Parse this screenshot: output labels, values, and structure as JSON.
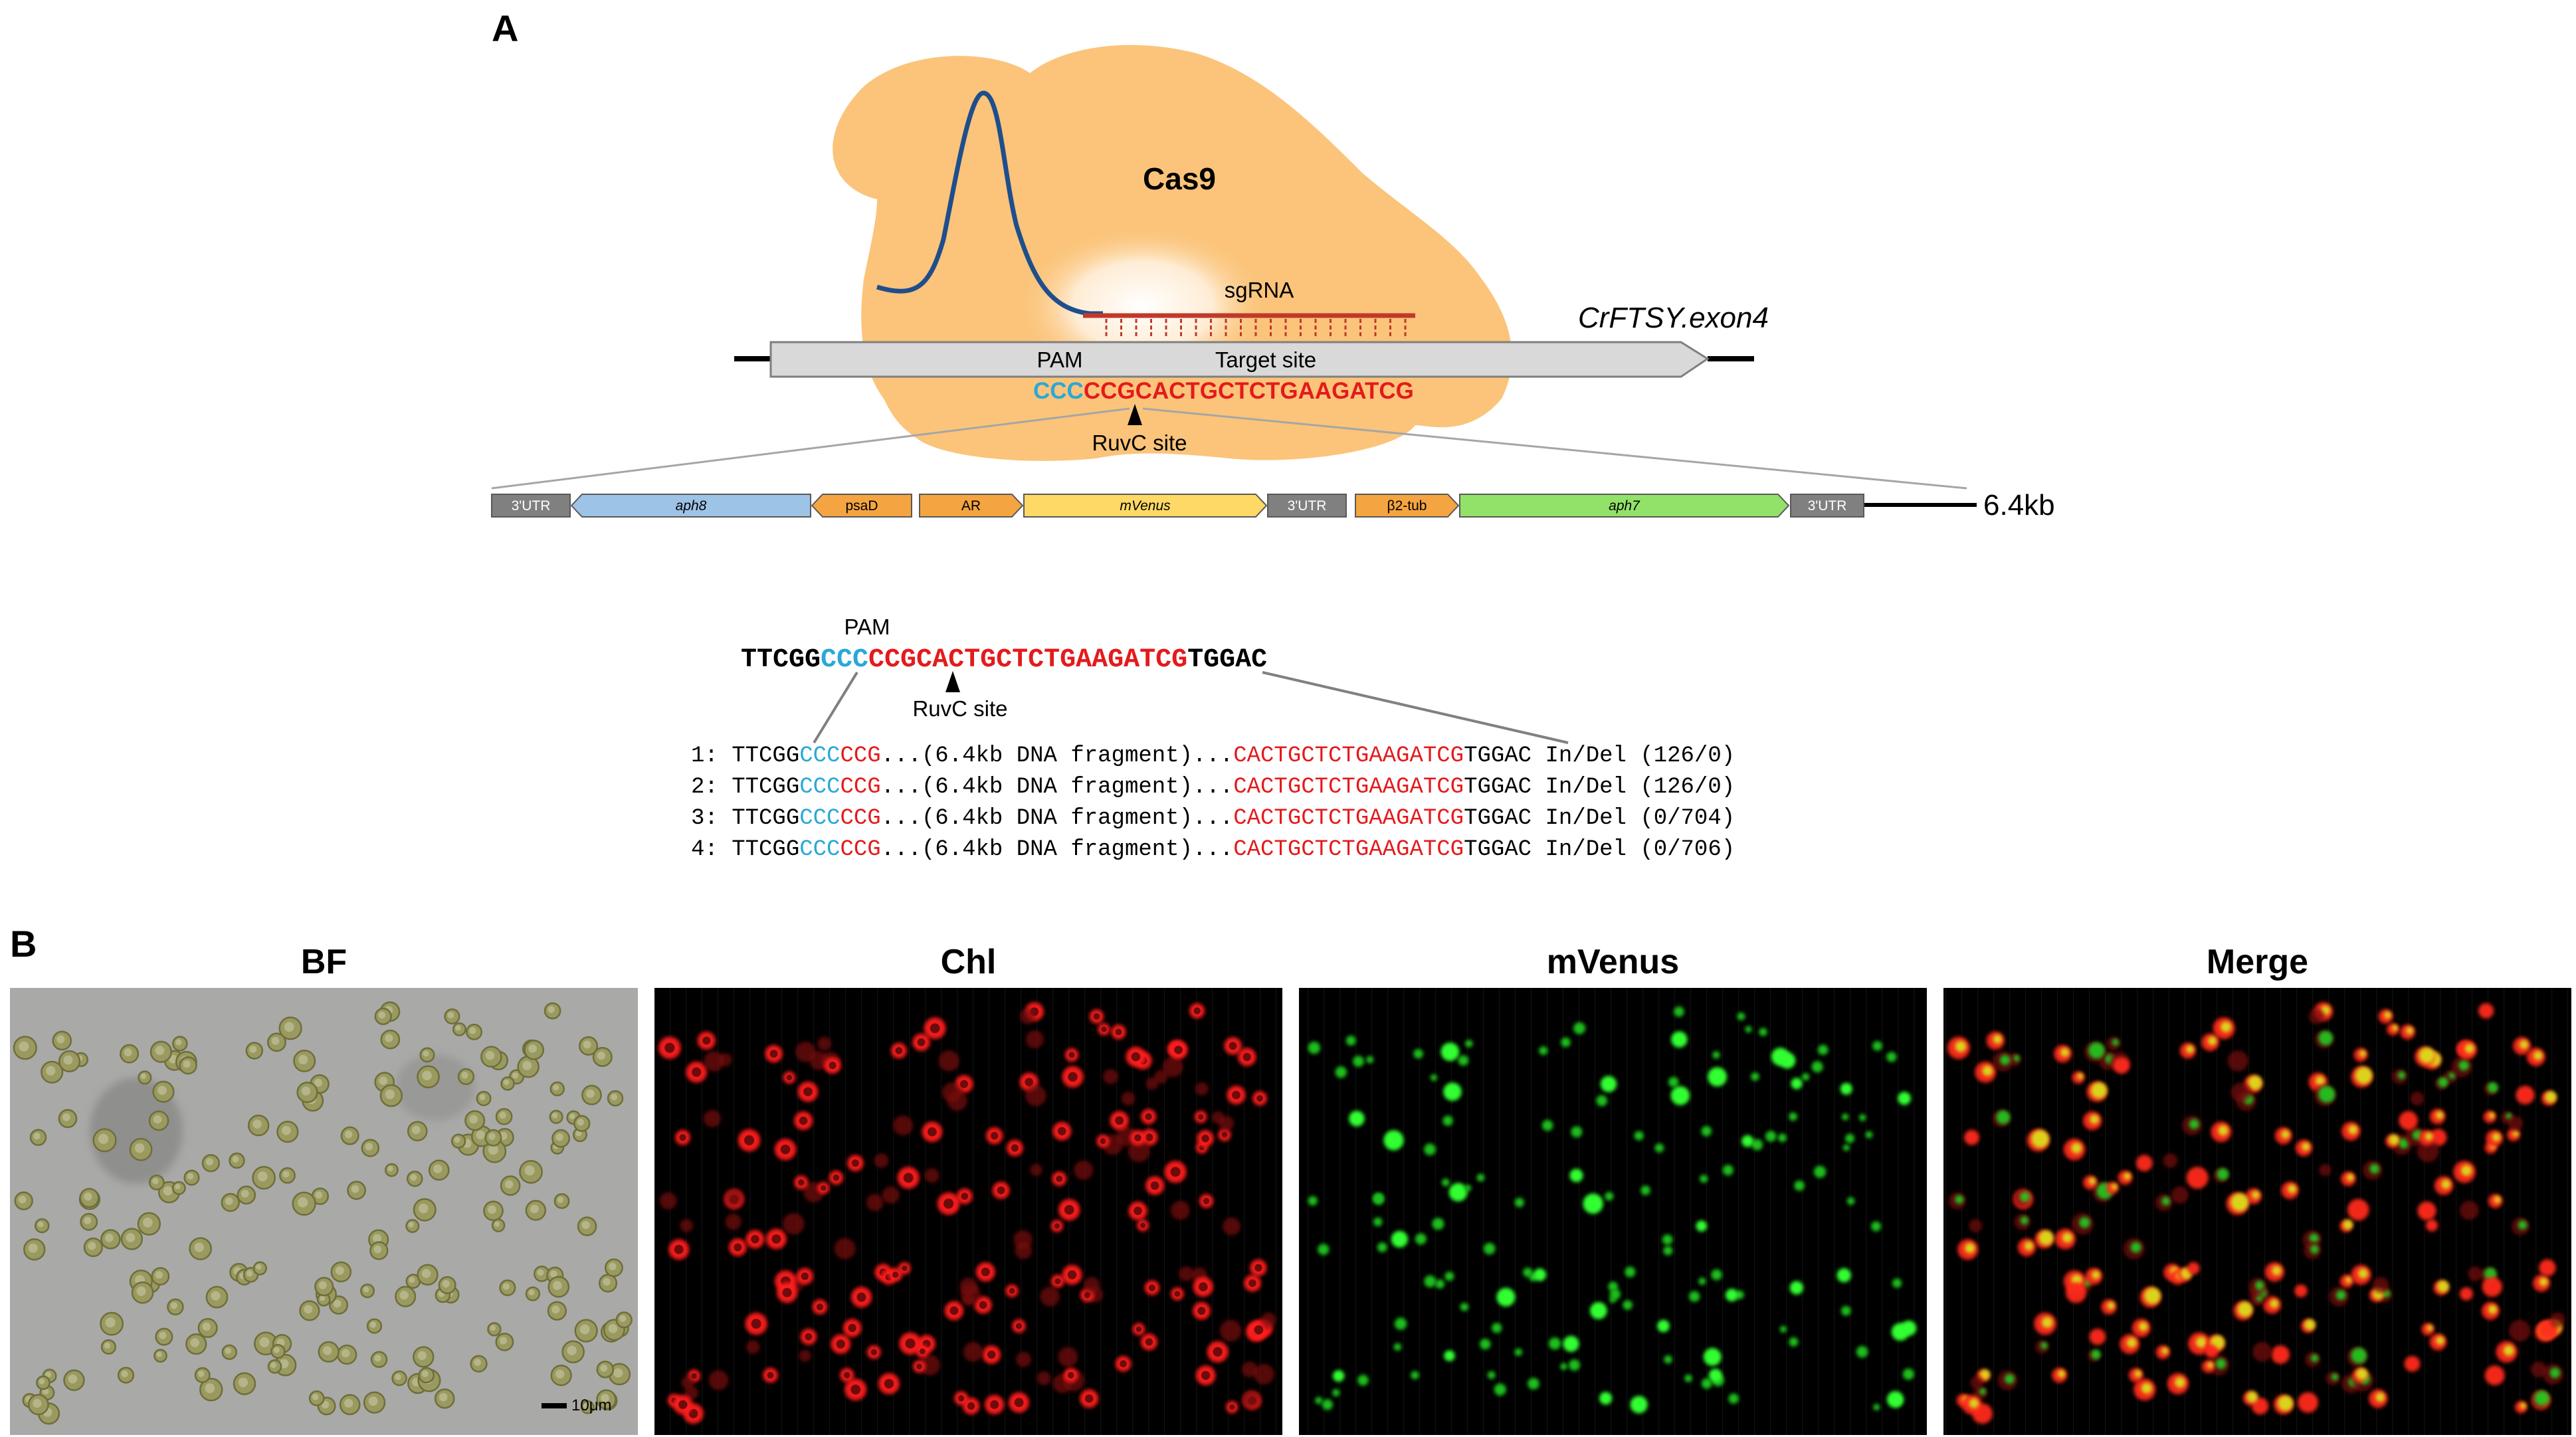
{
  "panel_a": {
    "label": "A",
    "protein": "Cas9",
    "guide": "sgRNA",
    "gene": "CrFTSY.exon4",
    "pam_label": "PAM",
    "target_label": "Target site",
    "pam_seq": "CCC",
    "target_seq": "CCGCACTGCTCTGAAGATCG",
    "ruvc_label": "RuvC site",
    "insert_size": "6.4kb",
    "cassette": [
      {
        "label": "3'UTR",
        "color": "#808080"
      },
      {
        "label": "aph8",
        "color": "#9dc3e6"
      },
      {
        "label": "psaD",
        "color": "#f4a441"
      },
      {
        "label": "AR",
        "color": "#f4a441"
      },
      {
        "label": "mVenus",
        "color": "#ffd966"
      },
      {
        "label": "3'UTR",
        "color": "#808080"
      },
      {
        "label": "β2-tub",
        "color": "#f4a441"
      },
      {
        "label": "aph7",
        "color": "#92e26a"
      },
      {
        "label": "3'UTR",
        "color": "#808080"
      }
    ],
    "alignment": {
      "pam_label": "PAM",
      "ruvc_label": "RuvC site",
      "ref_left": "TTCGG",
      "ref_pam": "CCC",
      "ref_target": "CCGCACTGCTCTGAAGATCG",
      "ref_right": "TGGAC",
      "rows": [
        {
          "num": "1:",
          "left": "TTCGG",
          "pam": "CCC",
          "red_start": "CCG",
          "dots1": "...",
          "fragment": "(6.4kb DNA fragment)",
          "dots2": "...",
          "red_end": "CACTGCTCTGAAGATCG",
          "right": "TGGAC",
          "indel": "In/Del",
          "count": "(126/0)"
        },
        {
          "num": "2:",
          "left": "TTCGG",
          "pam": "CCC",
          "red_start": "CCG",
          "dots1": "...",
          "fragment": "(6.4kb DNA fragment)",
          "dots2": "...",
          "red_end": "CACTGCTCTGAAGATCG",
          "right": "TGGAC",
          "indel": "In/Del",
          "count": "(126/0)"
        },
        {
          "num": "3:",
          "left": "TTCGG",
          "pam": "CCC",
          "red_start": "CCG",
          "dots1": "...",
          "fragment": "(6.4kb DNA fragment)",
          "dots2": "...",
          "red_end": "CACTGCTCTGAAGATCG",
          "right": "TGGAC",
          "indel": "In/Del",
          "count": "(0/704)"
        },
        {
          "num": "4:",
          "left": "TTCGG",
          "pam": "CCC",
          "red_start": "CCG",
          "dots1": "...",
          "fragment": "(6.4kb DNA fragment)",
          "dots2": "...",
          "red_end": "CACTGCTCTGAAGATCG",
          "right": "TGGAC",
          "indel": "In/Del",
          "count": "(0/706)"
        }
      ]
    }
  },
  "panel_b": {
    "label": "B",
    "images": [
      {
        "title": "BF"
      },
      {
        "title": "Chl"
      },
      {
        "title": "mVenus"
      },
      {
        "title": "Merge"
      }
    ],
    "scale_bar": "10μm"
  },
  "colors": {
    "pam": "#29a8d8",
    "target": "#e41a1c",
    "cas9": "#fbc47a",
    "sgrna": "#c0392b",
    "peak": "#1f4e8c"
  }
}
